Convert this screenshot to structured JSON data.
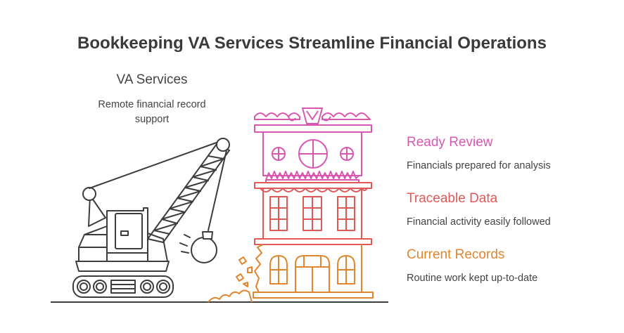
{
  "title": "Bookkeeping VA Services Streamline Financial Operations",
  "crane_label": {
    "title": "VA Services",
    "description": "Remote financial record support"
  },
  "items": [
    {
      "title": "Ready Review",
      "description": "Financials prepared for analysis",
      "color": "#d957b1"
    },
    {
      "title": "Traceable Data",
      "description": "Financial activity easily followed",
      "color": "#e05858"
    },
    {
      "title": "Current Records",
      "description": "Routine work kept up-to-date",
      "color": "#e0862f"
    }
  ],
  "colors": {
    "crane": "#3d3d3d",
    "building_top": "#d957b1",
    "building_middle": "#e05858",
    "building_bottom": "#e0862f"
  }
}
